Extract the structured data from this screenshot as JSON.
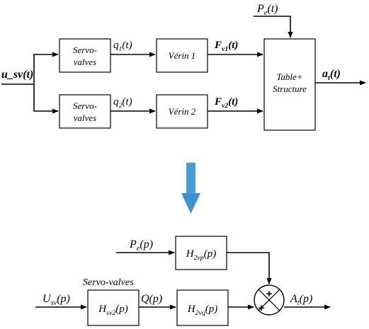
{
  "top": {
    "input": "u_sv(t)",
    "servo1": [
      "Servo-",
      "valves"
    ],
    "servo2": [
      "Servo-",
      "valves"
    ],
    "q1": "q1(t)",
    "q2": "q2(t)",
    "verin1": "Vérin 1",
    "verin2": "Vérin 2",
    "fv1": "Fv1(t)",
    "fv2": "Fv2(t)",
    "pe": "Pe(t)",
    "table": [
      "Table+",
      "Structure"
    ],
    "out": "at(t)"
  },
  "bottom": {
    "pe": "Pe(p)",
    "h2vp": "H2vp(p)",
    "usv": "Usv(p)",
    "servo_caption": "Servo-valves",
    "hsv2": "Hsv2(p)",
    "q": "Q(p)",
    "h2vq": "H2vq(p)",
    "plus_top": "+",
    "plus_left": "+",
    "out": "At(p)"
  },
  "colors": {
    "arrow": "#4a9bd6",
    "ink": "#000000"
  }
}
